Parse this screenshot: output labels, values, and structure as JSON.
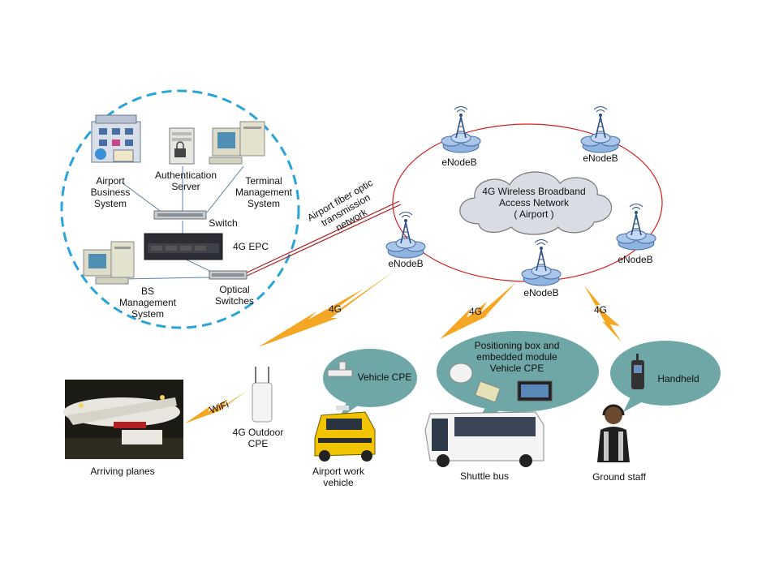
{
  "colors": {
    "dashed_circle": "#2aa4d8",
    "ring": "#d62020",
    "fiber_line": "#b02020",
    "bolt": "#f5a623",
    "bubble_fill": "#6fa7a7",
    "cloud_fill": "#d9dde3"
  },
  "core_network": {
    "airport_business_system": "Airport\nBusiness\nSystem",
    "authentication_server": "Authentication\nServer",
    "terminal_management_system": "Terminal\nManagement\nSystem",
    "switch": "Switch",
    "epc": "4G EPC",
    "bs_management_system": "BS\nManagement\nSystem",
    "optical_switches": "Optical\nSwitches"
  },
  "fiber_label": "Airport fiber optic\ntransmission\nnetwork",
  "access_network": {
    "cloud_label": "4G Wireless Broadband\nAccess Network\n( Airport )",
    "enodebs": [
      "eNodeB",
      "eNodeB",
      "eNodeB",
      "eNodeB",
      "eNodeB"
    ]
  },
  "links": {
    "wifi": "WiFi",
    "lte_1": "4G",
    "lte_2": "4G",
    "lte_3": "4G"
  },
  "terminals": {
    "arriving_planes": "Arriving planes",
    "outdoor_cpe": "4G Outdoor\nCPE",
    "work_vehicle": "Airport work\nvehicle",
    "vehicle_cpe_bubble": "Vehicle CPE",
    "positioning_bubble": "Positioning box and\nembedded module\nVehicle CPE",
    "shuttle_bus": "Shuttle bus",
    "handheld_bubble": "Handheld",
    "ground_staff": "Ground staff"
  },
  "icons": [
    "building-icon",
    "server-icon",
    "computer-icon",
    "switch-icon",
    "epc-rack-icon",
    "optical-switch-icon",
    "tower-icon",
    "cloud-icon",
    "plane-photo",
    "cpe-device-icon",
    "work-vehicle-icon",
    "shuttle-bus-icon",
    "handheld-icon",
    "person-icon",
    "lightning-bolt-icon"
  ]
}
